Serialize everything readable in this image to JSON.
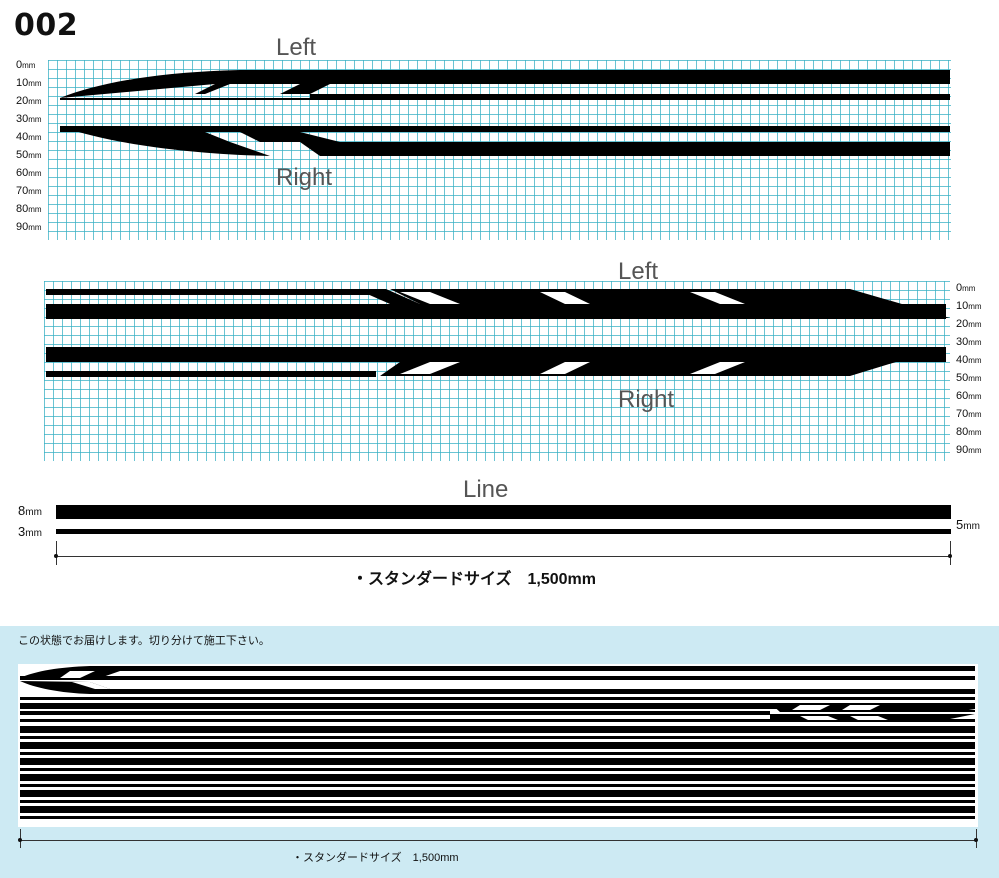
{
  "product": {
    "code": "002"
  },
  "panel_top": {
    "left_label": "Left",
    "right_label": "Right",
    "scale": [
      {
        "n": "0",
        "u": "mm"
      },
      {
        "n": "10",
        "u": "mm"
      },
      {
        "n": "20",
        "u": "mm"
      },
      {
        "n": "30",
        "u": "mm"
      },
      {
        "n": "40",
        "u": "mm"
      },
      {
        "n": "50",
        "u": "mm"
      },
      {
        "n": "60",
        "u": "mm"
      },
      {
        "n": "70",
        "u": "mm"
      },
      {
        "n": "80",
        "u": "mm"
      },
      {
        "n": "90",
        "u": "mm"
      }
    ]
  },
  "panel_middle": {
    "left_label": "Left",
    "right_label": "Right",
    "scale": [
      {
        "n": "0",
        "u": "mm"
      },
      {
        "n": "10",
        "u": "mm"
      },
      {
        "n": "20",
        "u": "mm"
      },
      {
        "n": "30",
        "u": "mm"
      },
      {
        "n": "40",
        "u": "mm"
      },
      {
        "n": "50",
        "u": "mm"
      },
      {
        "n": "60",
        "u": "mm"
      },
      {
        "n": "70",
        "u": "mm"
      },
      {
        "n": "80",
        "u": "mm"
      },
      {
        "n": "90",
        "u": "mm"
      }
    ]
  },
  "line_section": {
    "title": "Line",
    "thick": {
      "n": "8",
      "u": "mm"
    },
    "thin": {
      "n": "3",
      "u": "mm"
    },
    "gap": {
      "n": "5",
      "u": "mm"
    },
    "size_caption": "・スタンダードサイズ　1,500mm"
  },
  "sheet": {
    "note": "この状態でお届けします。切り分けて施工下さい。",
    "size_caption": "・スタンダードサイズ　1,500mm"
  },
  "colors": {
    "ink": "#000000",
    "grid": "#38b0c4",
    "sheet_bg": "#cdeaf3",
    "label": "#555555"
  }
}
